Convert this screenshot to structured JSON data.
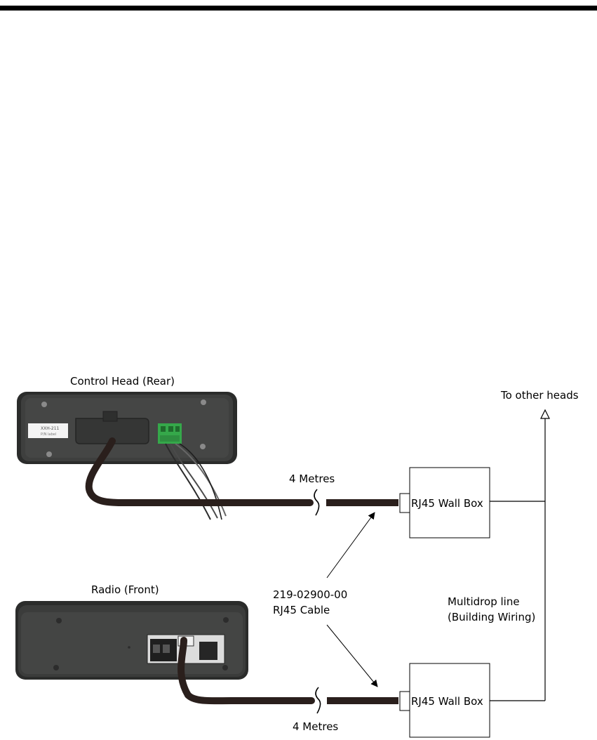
{
  "labels": {
    "control_head": "Control Head (Rear)",
    "radio": "Radio (Front)",
    "to_other_heads": "To other heads",
    "length_top": "4 Metres",
    "length_bottom": "4 Metres",
    "cable_part": "219-02900-00",
    "cable_desc": "RJ45 Cable",
    "multidrop_line1": "Multidrop line",
    "multidrop_line2": "(Building Wiring)",
    "wall_box_top": "RJ45 Wall Box",
    "wall_box_bottom": "RJ45 Wall Box",
    "control_head_sticker_line1": "XXH-211",
    "control_head_sticker_line2": "P/N label"
  },
  "colors": {
    "cable": "#2a1f1c",
    "device_body": "#3b3c3b",
    "device_edge": "#1f1f1f",
    "connector_green": "#35a84a",
    "line": "#000000"
  }
}
